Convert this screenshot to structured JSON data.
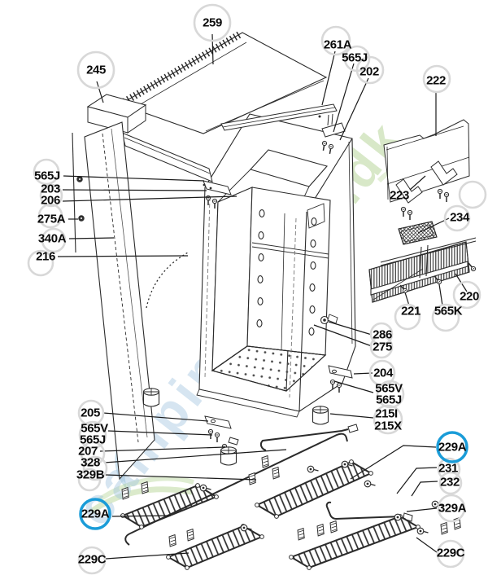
{
  "diagram": {
    "type": "exploded-parts-diagram",
    "subject": "refrigerator cabinet assembly",
    "colors": {
      "line": "#2b2b2b",
      "faint_ring": "#d8d8d8",
      "highlight_ring": "#1a9cd8",
      "watermark_blue": "#9fc3de",
      "watermark_green": "#a4ca7e"
    },
    "watermark": {
      "text": "campingpriser",
      "suffix": ".dk"
    },
    "labels": [
      {
        "text": "259",
        "ring": "faint"
      },
      {
        "text": "245",
        "ring": "faint"
      },
      {
        "text": "261A",
        "ring": "faint"
      },
      {
        "text": "565J",
        "ring": "faint"
      },
      {
        "text": "202",
        "ring": "faint"
      },
      {
        "text": "222",
        "ring": "faint"
      },
      {
        "text": "223",
        "ring": "faint"
      },
      {
        "text": "565J",
        "ring": "faint"
      },
      {
        "text": "203",
        "ring": "faint"
      },
      {
        "text": "206",
        "ring": "faint"
      },
      {
        "text": "275A",
        "ring": "faint"
      },
      {
        "text": "340A",
        "ring": "faint"
      },
      {
        "text": "216",
        "ring": "faint"
      },
      {
        "text": "234",
        "ring": "faint"
      },
      {
        "text": "221",
        "ring": "faint"
      },
      {
        "text": "565K",
        "ring": "faint"
      },
      {
        "text": "220",
        "ring": "faint"
      },
      {
        "text": "286",
        "ring": "faint"
      },
      {
        "text": "275",
        "ring": "faint"
      },
      {
        "text": "204",
        "ring": "faint"
      },
      {
        "text": "565V",
        "ring": "faint"
      },
      {
        "text": "565J",
        "ring": "faint"
      },
      {
        "text": "215I",
        "ring": "faint"
      },
      {
        "text": "215X",
        "ring": "faint"
      },
      {
        "text": "205",
        "ring": "faint"
      },
      {
        "text": "565V",
        "ring": "faint"
      },
      {
        "text": "565J",
        "ring": "faint"
      },
      {
        "text": "207",
        "ring": "faint"
      },
      {
        "text": "328",
        "ring": "faint"
      },
      {
        "text": "329B",
        "ring": "faint"
      },
      {
        "text": "229A",
        "ring": "highlight"
      },
      {
        "text": "229C",
        "ring": "faint"
      },
      {
        "text": "229A",
        "ring": "highlight"
      },
      {
        "text": "231",
        "ring": "faint"
      },
      {
        "text": "232",
        "ring": "faint"
      },
      {
        "text": "329A",
        "ring": "faint"
      },
      {
        "text": "229C",
        "ring": "faint"
      }
    ]
  }
}
